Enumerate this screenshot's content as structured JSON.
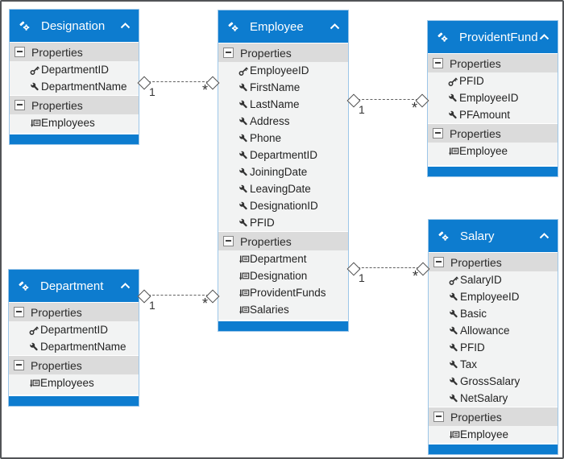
{
  "diagram": {
    "entities": [
      {
        "title": "Designation",
        "sections": [
          {
            "label": "Properties",
            "rows": [
              {
                "label": "DepartmentID",
                "icon": "key-property"
              },
              {
                "label": "DepartmentName",
                "icon": "scalar-property"
              }
            ]
          },
          {
            "label": "Properties",
            "rows": [
              {
                "label": "Employees",
                "icon": "navigation-property"
              }
            ]
          }
        ]
      },
      {
        "title": "Employee",
        "sections": [
          {
            "label": "Properties",
            "rows": [
              {
                "label": "EmployeeID",
                "icon": "key-property"
              },
              {
                "label": "FirstName",
                "icon": "scalar-property"
              },
              {
                "label": "LastName",
                "icon": "scalar-property"
              },
              {
                "label": "Address",
                "icon": "scalar-property"
              },
              {
                "label": "Phone",
                "icon": "scalar-property"
              },
              {
                "label": "DepartmentID",
                "icon": "scalar-property"
              },
              {
                "label": "JoiningDate",
                "icon": "scalar-property"
              },
              {
                "label": "LeavingDate",
                "icon": "scalar-property"
              },
              {
                "label": "DesignationID",
                "icon": "scalar-property"
              },
              {
                "label": "PFID",
                "icon": "scalar-property"
              }
            ]
          },
          {
            "label": "Properties",
            "rows": [
              {
                "label": "Department",
                "icon": "navigation-property"
              },
              {
                "label": "Designation",
                "icon": "navigation-property"
              },
              {
                "label": "ProvidentFunds",
                "icon": "navigation-property"
              },
              {
                "label": "Salaries",
                "icon": "navigation-property"
              }
            ]
          }
        ]
      },
      {
        "title": "ProvidentFund",
        "sections": [
          {
            "label": "Properties",
            "rows": [
              {
                "label": "PFID",
                "icon": "key-property"
              },
              {
                "label": "EmployeeID",
                "icon": "scalar-property"
              },
              {
                "label": "PFAmount",
                "icon": "scalar-property"
              }
            ]
          },
          {
            "label": "Properties",
            "rows": [
              {
                "label": "Employee",
                "icon": "navigation-property"
              }
            ]
          }
        ]
      },
      {
        "title": "Department",
        "sections": [
          {
            "label": "Properties",
            "rows": [
              {
                "label": "DepartmentID",
                "icon": "key-property"
              },
              {
                "label": "DepartmentName",
                "icon": "scalar-property"
              }
            ]
          },
          {
            "label": "Properties",
            "rows": [
              {
                "label": "Employees",
                "icon": "navigation-property"
              }
            ]
          }
        ]
      },
      {
        "title": "Salary",
        "sections": [
          {
            "label": "Properties",
            "rows": [
              {
                "label": "SalaryID",
                "icon": "key-property"
              },
              {
                "label": "EmployeeID",
                "icon": "scalar-property"
              },
              {
                "label": "Basic",
                "icon": "scalar-property"
              },
              {
                "label": "Allowance",
                "icon": "scalar-property"
              },
              {
                "label": "PFID",
                "icon": "scalar-property"
              },
              {
                "label": "Tax",
                "icon": "scalar-property"
              },
              {
                "label": "GrossSalary",
                "icon": "scalar-property"
              },
              {
                "label": "NetSalary",
                "icon": "scalar-property"
              }
            ]
          },
          {
            "label": "Properties",
            "rows": [
              {
                "label": "Employee",
                "icon": "navigation-property"
              }
            ]
          }
        ]
      }
    ],
    "connectors": [
      {
        "from": "Designation",
        "to": "Employee",
        "from_multiplicity": "1",
        "to_multiplicity": "*"
      },
      {
        "from": "Employee",
        "to": "ProvidentFund",
        "from_multiplicity": "1",
        "to_multiplicity": "*"
      },
      {
        "from": "Employee",
        "to": "Salary",
        "from_multiplicity": "1",
        "to_multiplicity": "*"
      },
      {
        "from": "Department",
        "to": "Employee",
        "from_multiplicity": "1",
        "to_multiplicity": "*"
      }
    ],
    "colors": {
      "header_blue": "#0d7ccf",
      "entity_border": "#9cc6e8",
      "section_bg": "#dbdbdb",
      "row_bg": "#f2f3f3",
      "connector": "#606060",
      "page_border": "#525457",
      "text": "#232323"
    }
  }
}
